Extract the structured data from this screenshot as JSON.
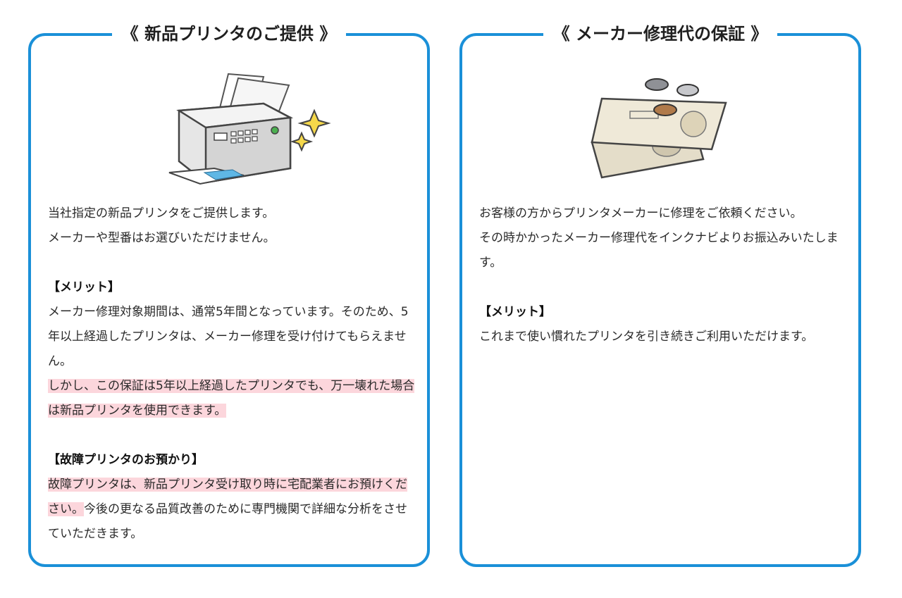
{
  "left_card": {
    "title": "《 新品プリンタのご提供 》",
    "icon": "printer-illustration",
    "intro": [
      "当社指定の新品プリンタをご提供します。",
      "メーカーや型番はお選びいただけません。"
    ],
    "merit_heading": "【メリット】",
    "merit_text": "メーカー修理対象期間は、通常5年間となっています。そのため、5年以上経過したプリンタは、メーカー修理を受け付けてもらえません。",
    "merit_highlight": "しかし、この保証は5年以上経過したプリンタでも、万一壊れた場合は新品プリンタを使用できます。",
    "custody_heading": "【故障プリンタのお預かり】",
    "custody_highlight": "故障プリンタは、新品プリンタ受け取り時に宅配業者にお預けください。",
    "custody_text": "今後の更なる品質改善のために専門機関で詳細な分析をさせていただきます。"
  },
  "right_card": {
    "title": "《 メーカー修理代の保証 》",
    "icon": "money-illustration",
    "intro_1": "お客様の方からプリンタメーカーに修理をご依頼ください。",
    "intro_2": "その時かかったメーカー修理代をインクナビよりお振込みいたします。",
    "merit_heading": "【メリット】",
    "merit_text": "これまで使い慣れたプリンタを引き続きご利用いただけます。"
  },
  "colors": {
    "border": "#1a90d8",
    "highlight": "#fcd6dc"
  }
}
